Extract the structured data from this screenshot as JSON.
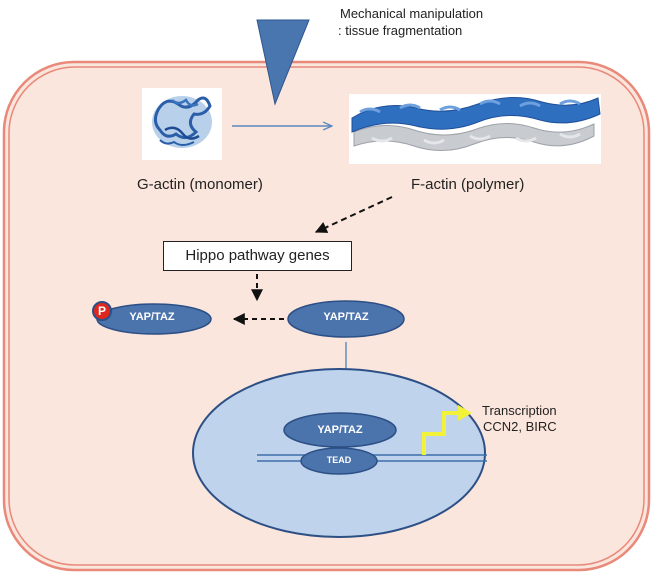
{
  "mechanical": {
    "line1": "Mechanical manipulation",
    "line2": ": tissue fragmentation"
  },
  "actin": {
    "g_label": "G-actin (monomer)",
    "f_label": "F-actin (polymer)"
  },
  "hippo": {
    "label": "Hippo pathway genes"
  },
  "yap": {
    "phospho": "YAP/TAZ",
    "cytoplasmic": "YAP/TAZ",
    "nuclear": "YAP/TAZ",
    "p_label": "P"
  },
  "tead": {
    "label": "TEAD"
  },
  "transcription": {
    "line1": "Transcription",
    "line2": "CCN2, BIRC"
  },
  "colors": {
    "cell_border": "#e8897a",
    "cell_fill": "#fbe6dd",
    "oval_fill": "#4b74ad",
    "oval_border": "#2c4f85",
    "nucleus_fill": "#bfd3ec",
    "phospho_red": "#e0271f",
    "arrow_yellow": "#f2f23a"
  }
}
